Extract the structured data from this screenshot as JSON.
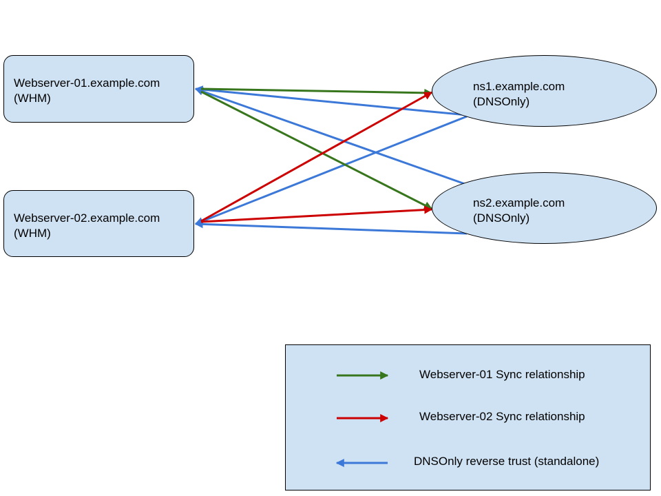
{
  "nodes": {
    "webserver01": {
      "name": "Webserver-01.example.com",
      "role": "(WHM)"
    },
    "webserver02": {
      "name": "Webserver-02.example.com",
      "role": "(WHM)"
    },
    "ns1": {
      "name": "ns1.example.com",
      "role": "(DNSOnly)"
    },
    "ns2": {
      "name": "ns2.example.com",
      "role": "(DNSOnly)"
    }
  },
  "legend": {
    "items": [
      {
        "label": "Webserver-01 Sync relationship",
        "color": "#38761d"
      },
      {
        "label": "Webserver-02 Sync relationship",
        "color": "#cc0000"
      },
      {
        "label": "DNSOnly reverse trust (standalone)",
        "color": "#3c78d8"
      }
    ]
  },
  "edges": [
    {
      "from": "webserver01",
      "to": "ns1",
      "type": "webserver01-sync"
    },
    {
      "from": "webserver01",
      "to": "ns2",
      "type": "webserver01-sync"
    },
    {
      "from": "webserver02",
      "to": "ns1",
      "type": "webserver02-sync"
    },
    {
      "from": "webserver02",
      "to": "ns2",
      "type": "webserver02-sync"
    },
    {
      "from": "ns1",
      "to": "webserver01",
      "type": "dnsonly-reverse-trust"
    },
    {
      "from": "ns1",
      "to": "webserver02",
      "type": "dnsonly-reverse-trust"
    },
    {
      "from": "ns2",
      "to": "webserver01",
      "type": "dnsonly-reverse-trust"
    },
    {
      "from": "ns2",
      "to": "webserver02",
      "type": "dnsonly-reverse-trust"
    }
  ]
}
